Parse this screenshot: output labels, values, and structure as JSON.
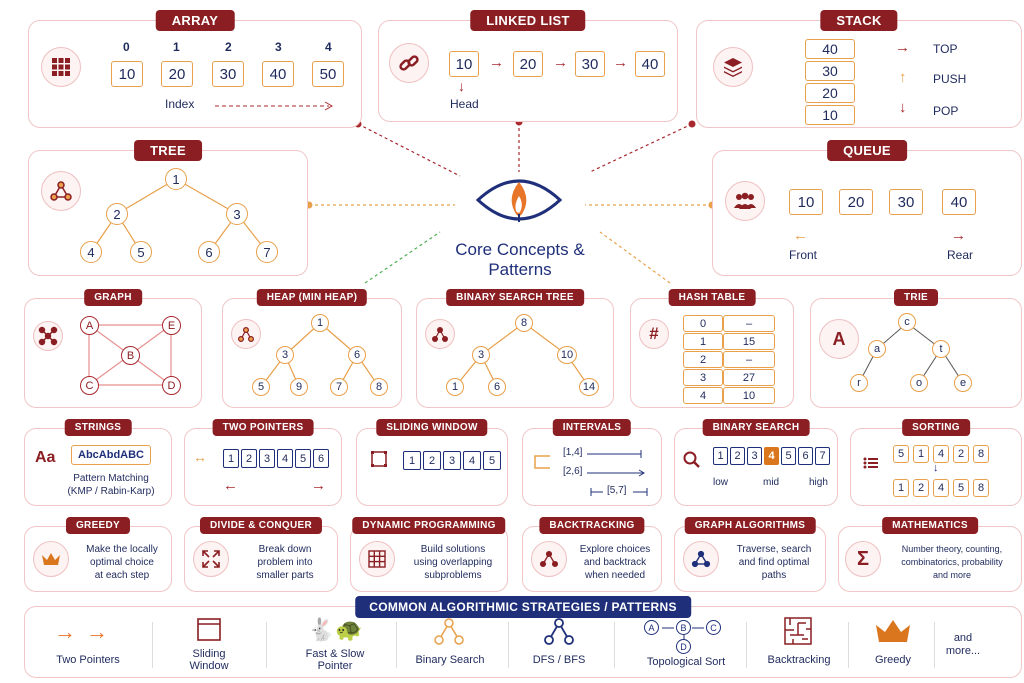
{
  "center": {
    "title": "Core Concepts &",
    "title2": "Patterns"
  },
  "array": {
    "title": "ARRAY",
    "indices": [
      "0",
      "1",
      "2",
      "3",
      "4"
    ],
    "values": [
      "10",
      "20",
      "30",
      "40",
      "50"
    ],
    "index_label": "Index"
  },
  "linked_list": {
    "title": "LINKED LIST",
    "values": [
      "10",
      "20",
      "30",
      "40"
    ],
    "head_label": "Head"
  },
  "stack": {
    "title": "STACK",
    "values": [
      "40",
      "30",
      "20",
      "10"
    ],
    "ops": [
      "TOP",
      "PUSH",
      "POP"
    ]
  },
  "tree": {
    "title": "TREE",
    "nodes": [
      "1",
      "2",
      "3",
      "4",
      "5",
      "6",
      "7"
    ]
  },
  "queue": {
    "title": "QUEUE",
    "values": [
      "10",
      "20",
      "30",
      "40"
    ],
    "front": "Front",
    "rear": "Rear"
  },
  "graph": {
    "title": "GRAPH",
    "nodes": [
      "A",
      "E",
      "B",
      "C",
      "D"
    ]
  },
  "heap": {
    "title": "HEAP (MIN HEAP)",
    "nodes": [
      "1",
      "3",
      "6",
      "5",
      "9",
      "7",
      "8"
    ]
  },
  "bst": {
    "title": "BINARY SEARCH TREE",
    "nodes": [
      "8",
      "3",
      "10",
      "1",
      "6",
      "14"
    ]
  },
  "hash": {
    "title": "HASH TABLE",
    "rows": [
      [
        "0",
        "–"
      ],
      [
        "1",
        "15"
      ],
      [
        "2",
        "–"
      ],
      [
        "3",
        "27"
      ],
      [
        "4",
        "10"
      ]
    ]
  },
  "trie": {
    "title": "TRIE",
    "icon_letter": "A",
    "nodes": [
      "c",
      "a",
      "t",
      "r",
      "o",
      "e"
    ]
  },
  "strings": {
    "title": "STRINGS",
    "icon": "Aa",
    "sample": "AbcAbdABC",
    "line1": "Pattern Matching",
    "line2": "(KMP / Rabin-Karp)"
  },
  "two_pointers": {
    "title": "TWO POINTERS",
    "values": [
      "1",
      "2",
      "3",
      "4",
      "5",
      "6"
    ]
  },
  "sliding_window": {
    "title": "SLIDING WINDOW",
    "values": [
      "1",
      "2",
      "3",
      "4",
      "5"
    ]
  },
  "intervals": {
    "title": "INTERVALS",
    "items": [
      "[1,4]",
      "[2,6]",
      "[5,7]"
    ]
  },
  "binary_search": {
    "title": "BINARY SEARCH",
    "values": [
      "1",
      "2",
      "3",
      "4",
      "5",
      "6",
      "7"
    ],
    "low": "low",
    "mid": "mid",
    "high": "high"
  },
  "sorting": {
    "title": "SORTING",
    "unsorted": [
      "5",
      "1",
      "4",
      "2",
      "8"
    ],
    "sorted": [
      "1",
      "2",
      "4",
      "5",
      "8"
    ]
  },
  "greedy": {
    "title": "GREEDY",
    "l1": "Make the locally",
    "l2": "optimal choice",
    "l3": "at each step"
  },
  "divide": {
    "title": "DIVIDE & CONQUER",
    "l1": "Break down",
    "l2": "problem into",
    "l3": "smaller parts"
  },
  "dp": {
    "title": "DYNAMIC PROGRAMMING",
    "l1": "Build solutions",
    "l2": "using overlapping",
    "l3": "subproblems"
  },
  "backtracking": {
    "title": "BACKTRACKING",
    "l1": "Explore choices",
    "l2": "and backtrack",
    "l3": "when needed"
  },
  "graph_algos": {
    "title": "GRAPH ALGORITHMS",
    "l1": "Traverse, search",
    "l2": "and find optimal",
    "l3": "paths"
  },
  "mathematics": {
    "title": "MATHEMATICS",
    "l1": "Number theory, counting,",
    "l2": "combinatorics, probability",
    "l3": "and more"
  },
  "strategies": {
    "title": "COMMON ALGORITHMIC STRATEGIES / PATTERNS",
    "items": [
      {
        "label": "Two Pointers",
        "label2": ""
      },
      {
        "label": "Sliding",
        "label2": "Window"
      },
      {
        "label": "Fast & Slow",
        "label2": "Pointer"
      },
      {
        "label": "Binary Search",
        "label2": ""
      },
      {
        "label": "DFS / BFS",
        "label2": ""
      },
      {
        "label": "Topological Sort",
        "label2": ""
      },
      {
        "label": "Backtracking",
        "label2": ""
      },
      {
        "label": "Greedy",
        "label2": ""
      },
      {
        "label": "and",
        "label2": "more..."
      }
    ],
    "topo_nodes": [
      "A",
      "B",
      "C",
      "D"
    ]
  },
  "colors": {
    "maroon": "#8a1e22",
    "navy": "#1f2f7a",
    "orange": "#e8a04a"
  }
}
